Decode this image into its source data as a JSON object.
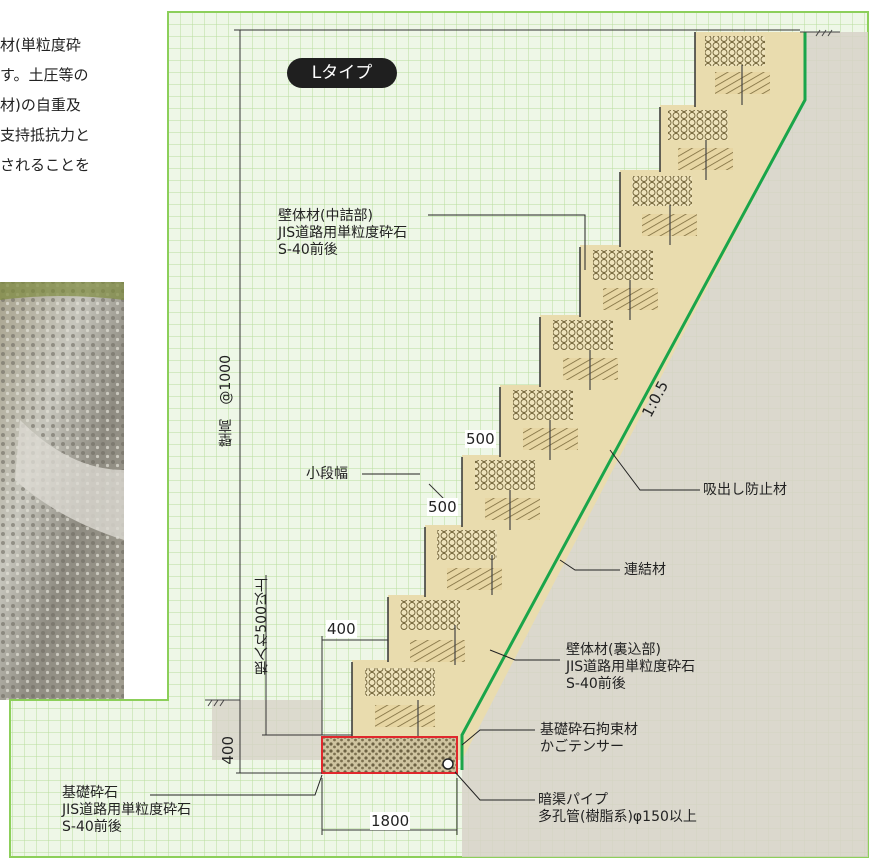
{
  "intro_text": [
    "材(単粒度砕",
    "す。土圧等の",
    "材)の自重及",
    "支持抵抗力と",
    "されることを"
  ],
  "type_badge": "Lタイプ",
  "labels": {
    "wall_inner_1": "壁体材(中詰部)",
    "wall_inner_2": "JIS道路用単粒度砕石",
    "wall_inner_3": "S-40前後",
    "wall_back_1": "壁体材(裏込部)",
    "wall_back_2": "JIS道路用単粒度砕石",
    "wall_back_3": "S-40前後",
    "suction_prevent": "吸出し防止材",
    "connector": "連結材",
    "small_step": "小段幅",
    "found_restraint_1": "基礎砕石拘束材",
    "found_restraint_2": "かごテンサー",
    "drain_pipe_1": "暗渠パイプ",
    "drain_pipe_2": "多孔管(樹脂系)φ150以上",
    "found_stone_1": "基礎砕石",
    "found_stone_2": "JIS道路用単粒度砕石",
    "found_stone_3": "S-40前後",
    "slope": "1:0.5",
    "wall_height": "壁高　@1000",
    "embed_depth": "根入れ500以上"
  },
  "dims": {
    "step_500_a": "500",
    "step_500_b": "500",
    "width_400": "400",
    "height_400": "400",
    "base_1800": "1800"
  },
  "colors": {
    "grid_bg": "#eef7e7",
    "grid_line": "#b8dd9c",
    "block_fill": "#e8d9a8",
    "soil": "#d8d3c9",
    "green_line": "#1aa54a",
    "red_box": "#e0282d",
    "badge": "#1f1f1f"
  }
}
